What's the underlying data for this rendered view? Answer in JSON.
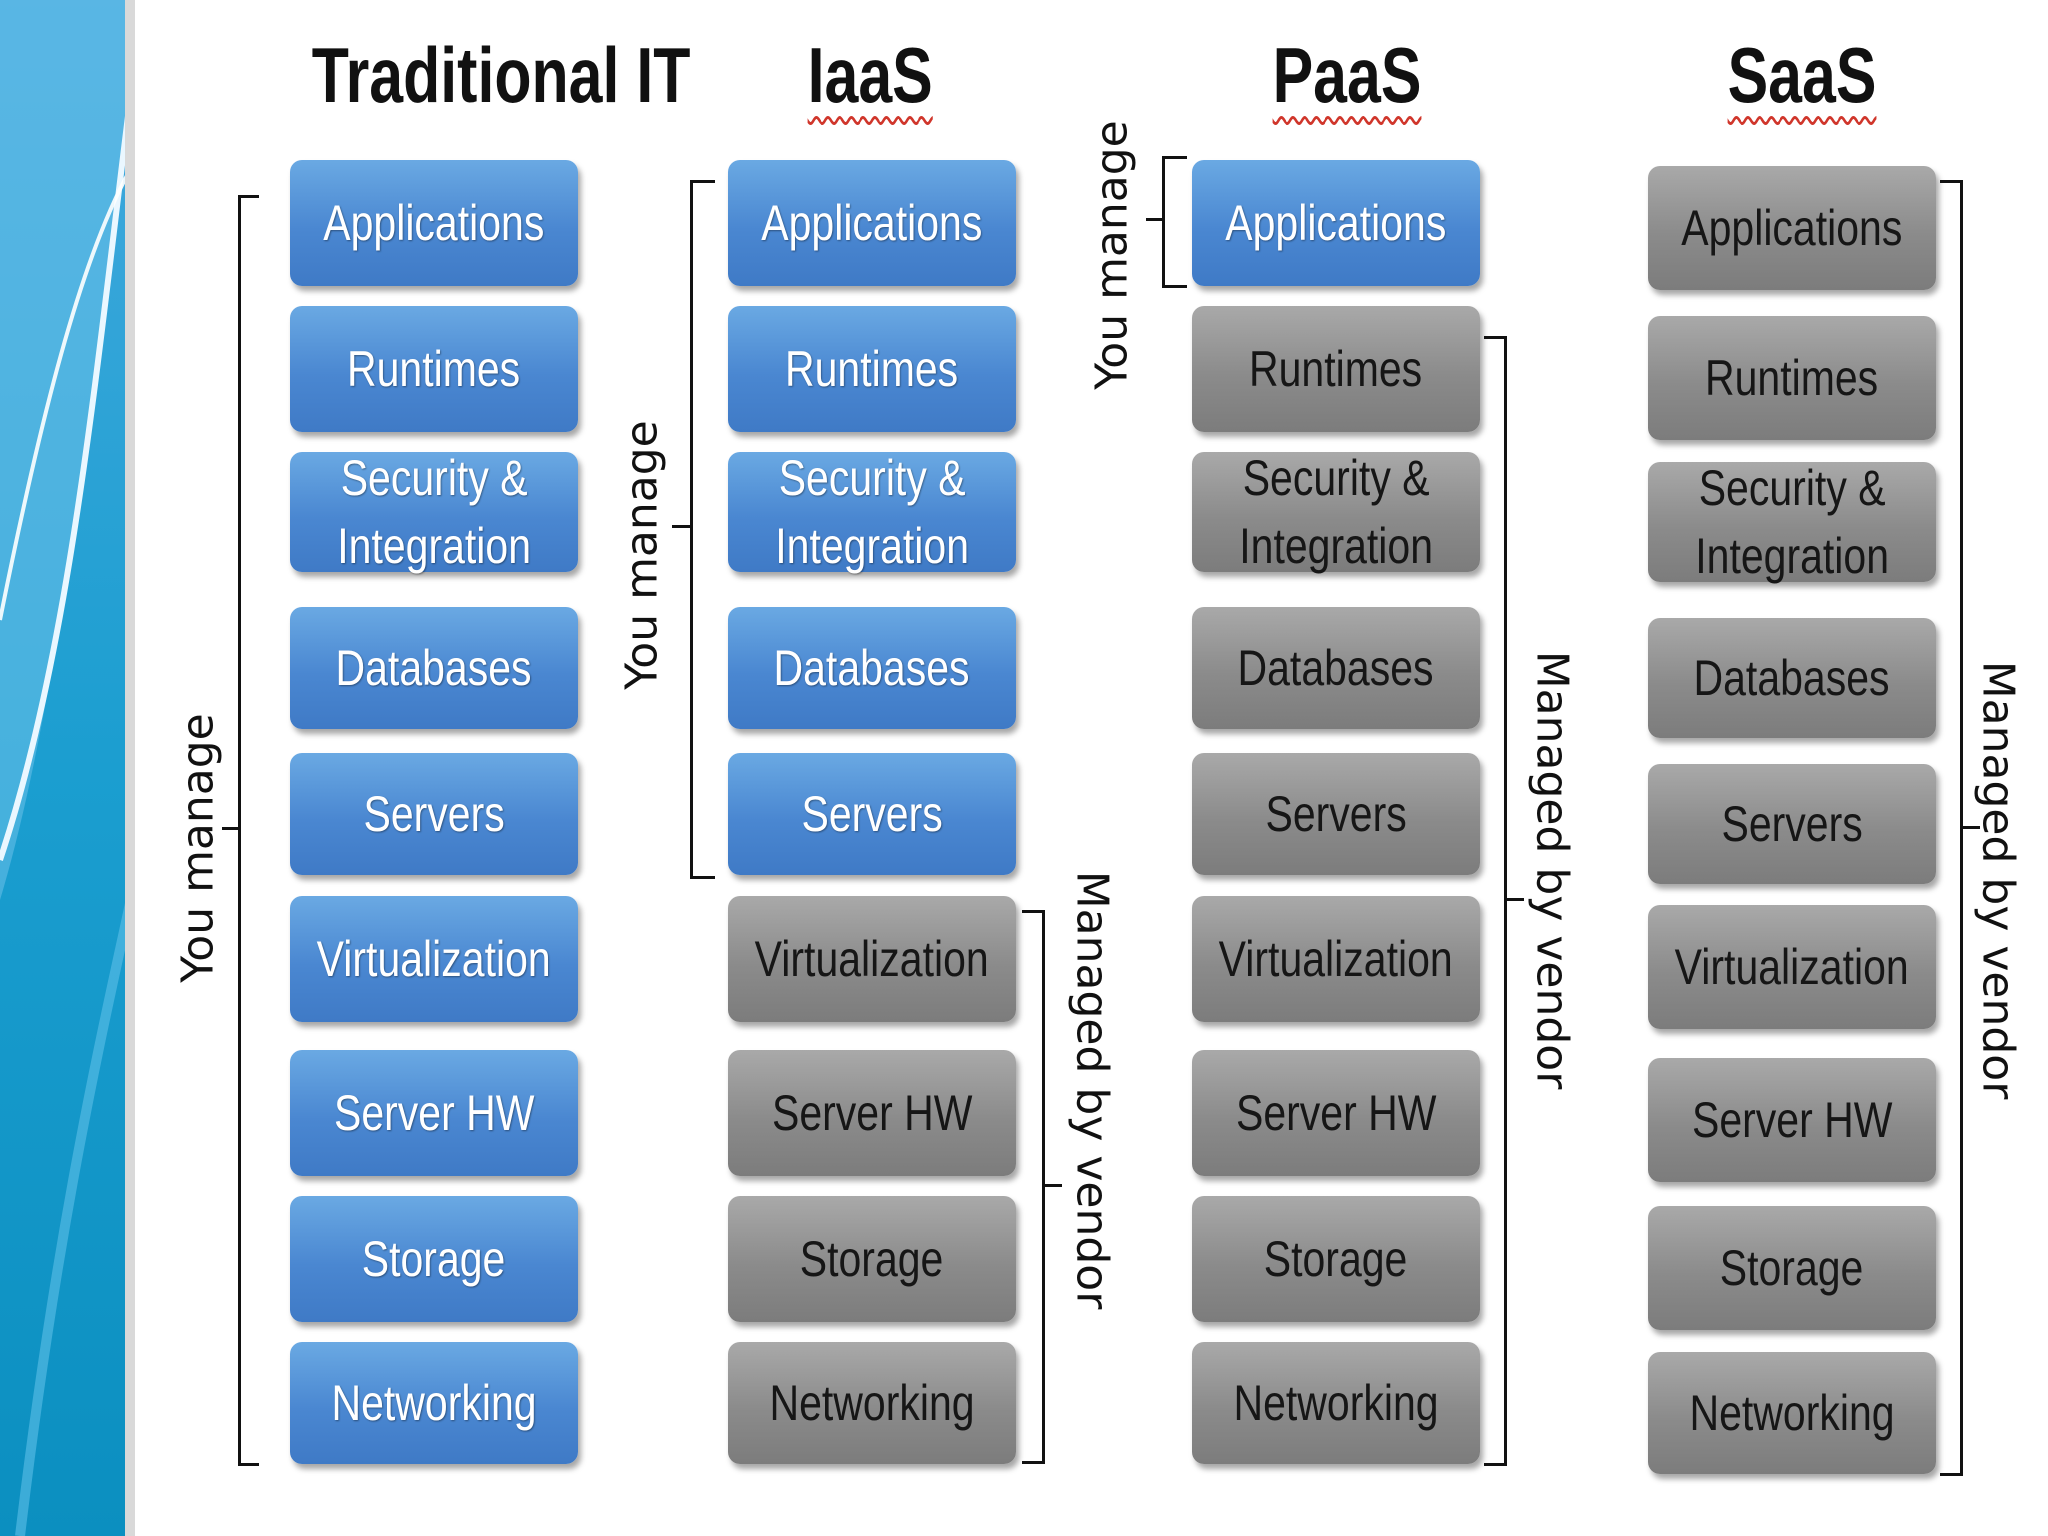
{
  "titles": {
    "traditional": "Traditional IT",
    "iaas": "IaaS",
    "paas": "PaaS",
    "saas": "SaaS"
  },
  "layers": {
    "applications": "Applications",
    "runtimes": "Runtimes",
    "security": "Security &\nIntegration",
    "databases": "Databases",
    "servers": "Servers",
    "virtualization": "Virtualization",
    "server_hw": "Server HW",
    "storage": "Storage",
    "networking": "Networking"
  },
  "labels": {
    "you_manage": "You manage",
    "managed_by_vendor": "Managed by vendor"
  },
  "colors": {
    "you_manage_box": "#4a87d1",
    "vendor_box": "#8b8b8b",
    "spellcheck_underline": "#d0362b"
  }
}
